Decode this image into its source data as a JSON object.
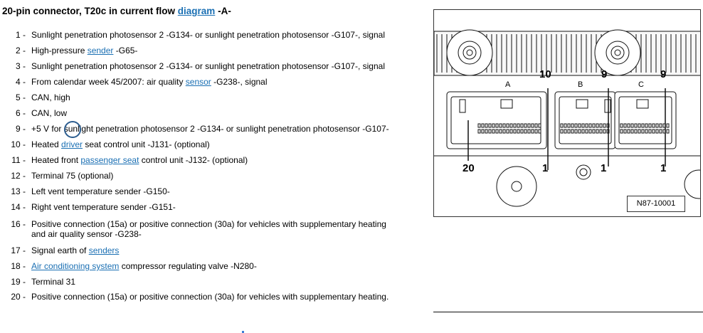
{
  "title": {
    "prefix": "20-pin connector, T20c in current flow ",
    "link": "diagram",
    "suffix": " -A-"
  },
  "pins": [
    {
      "num": "1 -",
      "parts": [
        {
          "t": "Sunlight penetration photosensor 2 -G134- or sunlight penetration photosensor -G107-, signal"
        }
      ]
    },
    {
      "num": "2 -",
      "parts": [
        {
          "t": "High-pressure "
        },
        {
          "t": "sender",
          "link": true
        },
        {
          "t": " -G65-"
        }
      ]
    },
    {
      "num": "3 -",
      "parts": [
        {
          "t": "Sunlight penetration photosensor 2 -G134- or sunlight penetration photosensor -G107-, signal"
        }
      ]
    },
    {
      "num": "4 -",
      "parts": [
        {
          "t": "From calendar week 45/2007: air quality "
        },
        {
          "t": "sensor",
          "link": true
        },
        {
          "t": " -G238-, signal"
        }
      ]
    },
    {
      "num": "5 -",
      "parts": [
        {
          "t": "CAN, high"
        }
      ]
    },
    {
      "num": "6 -",
      "parts": [
        {
          "t": "CAN, low"
        }
      ]
    },
    {
      "num": "9 -",
      "parts": [
        {
          "t": "+5 V for sunlight penetration photosensor 2 -G134- or sunlight penetration photosensor -G107-"
        }
      ]
    },
    {
      "num": "10 -",
      "parts": [
        {
          "t": "Heated "
        },
        {
          "t": "driver",
          "link": true
        },
        {
          "t": " seat control unit -J131- (optional)"
        }
      ]
    },
    {
      "num": "11 -",
      "parts": [
        {
          "t": "Heated front "
        },
        {
          "t": "passenger seat",
          "link": true
        },
        {
          "t": " control unit -J132- (optional)"
        }
      ]
    },
    {
      "num": "12 -",
      "parts": [
        {
          "t": "Terminal 75 (optional)"
        }
      ]
    },
    {
      "num": "13 -",
      "parts": [
        {
          "t": "Left vent temperature sender -G150-"
        }
      ]
    },
    {
      "num": "14 -",
      "parts": [
        {
          "t": "Right vent temperature sender -G151-"
        }
      ]
    },
    {
      "num": "16 -",
      "parts": [
        {
          "t": "Positive connection (15a) or positive connection (30a) for vehicles with supplementary heating"
        }
      ],
      "line2": "and air quality sensor -G238-"
    },
    {
      "num": "17 -",
      "parts": [
        {
          "t": "Signal earth of "
        },
        {
          "t": "senders",
          "link": true
        }
      ]
    },
    {
      "num": "18 -",
      "parts": [
        {
          "t": "Air conditioning system",
          "link": true
        },
        {
          "t": " compressor regulating valve -N280-"
        }
      ]
    },
    {
      "num": "19 -",
      "parts": [
        {
          "t": "Terminal 31"
        }
      ]
    },
    {
      "num": "20 -",
      "parts": [
        {
          "t": "Positive connection (15a) or positive connection (30a) for vehicles with supplementary heating."
        }
      ]
    }
  ],
  "diagram": {
    "labels": {
      "a": "A",
      "b": "B",
      "c": "C",
      "p10": "10",
      "p9a": "9",
      "p9b": "9",
      "p20": "20",
      "p1a": "1",
      "p1b": "1",
      "p1c": "1"
    },
    "ref": "N87-10001"
  }
}
